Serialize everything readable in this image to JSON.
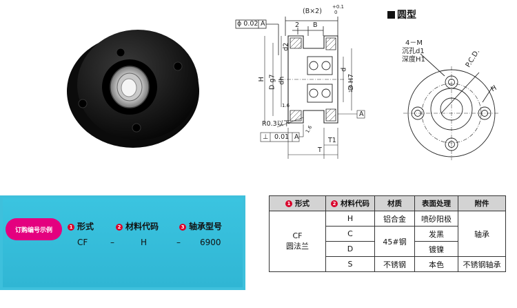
{
  "drawing": {
    "tolerance_label": "ϕ 0.02",
    "datum_a": "A",
    "b_dim": "(B×2)",
    "b_tol_upper": "+0.1",
    "b_tol_lower": "0",
    "dim_2": "2",
    "dim_b": "B",
    "dim_d2": "d2",
    "dim_h": "H",
    "dim_dg7": "D g7",
    "dim_dh": "dh",
    "dim_dh7": "D H7",
    "dim_d": "d",
    "dim_16a": "1.6",
    "dim_16b": "1.6",
    "dim_16c": "1.6",
    "radius_note": "R0.3以下",
    "perp_symbol": "⊥",
    "perp_value": "0.01",
    "datum_a2": "A",
    "datum_a3": "A",
    "dim_t1": "T1",
    "dim_t": "T"
  },
  "round_view": {
    "title": "圆型",
    "holes_label": "4－M",
    "counterbore_label": "沉孔d1",
    "depth_label": "深度H1",
    "pcd_label": "P.C.D.",
    "h_label": "H"
  },
  "order_example": {
    "pill_label": "订购编号示例",
    "headers": [
      {
        "num": "1",
        "label": "形式"
      },
      {
        "num": "2",
        "label": "材料代码"
      },
      {
        "num": "3",
        "label": "轴承型号"
      }
    ],
    "values": [
      "CF",
      "–",
      "H",
      "–",
      "6900"
    ]
  },
  "spec_table": {
    "headers": [
      {
        "num": "1",
        "label": "形式"
      },
      {
        "num": "2",
        "label": "材料代码"
      },
      {
        "num": "",
        "label": "材质"
      },
      {
        "num": "",
        "label": "表面处理"
      },
      {
        "num": "",
        "label": "附件"
      }
    ],
    "form_line1": "CF",
    "form_line2": "圆法兰",
    "codes": [
      "H",
      "C",
      "D",
      "S"
    ],
    "material_h": "铝合金",
    "material_cd": "45#钢",
    "material_s": "不锈钢",
    "surface": [
      "喷砂阳极",
      "发黑",
      "镀镍",
      "本色"
    ],
    "accessory_hcd": "轴承",
    "accessory_s": "不锈钢轴承"
  }
}
